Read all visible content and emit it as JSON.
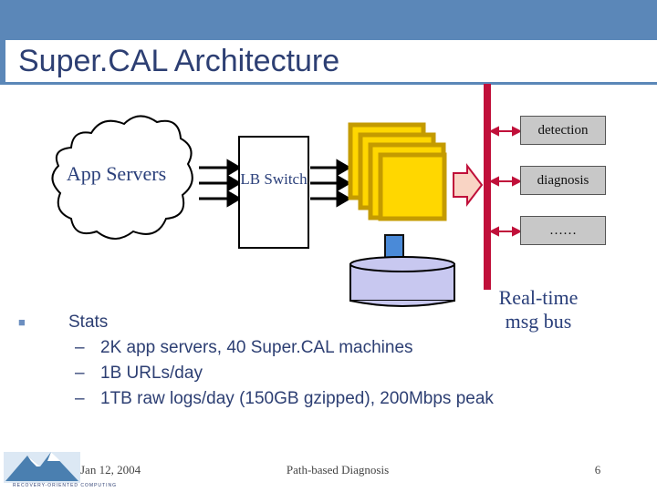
{
  "title": "Super.CAL Architecture",
  "cloud": {
    "label": "App Servers"
  },
  "lb": {
    "label": "LB Switch"
  },
  "modules": [
    "detection",
    "diagnosis",
    "……"
  ],
  "bus": {
    "label": "Real-time msg bus"
  },
  "stats": {
    "heading": "Stats",
    "items": [
      "2K app servers, 40 Super.CAL machines",
      "1B URLs/day",
      "1TB raw logs/day (150GB gzipped), 200Mbps peak"
    ]
  },
  "footer": {
    "date": "Jan 12, 2004",
    "center": "Path-based Diagnosis",
    "page": "6",
    "logo_text": "RECOVERY-ORIENTED COMPUTING"
  },
  "colors": {
    "title_bar": "#5b87b8",
    "title_text": "#2d3f73",
    "bus": "#c0103a",
    "stack_fill": "#ffd700",
    "stack_border": "#d4a800",
    "database": "#c8c8f0",
    "module_box": "#c8c8c8"
  }
}
